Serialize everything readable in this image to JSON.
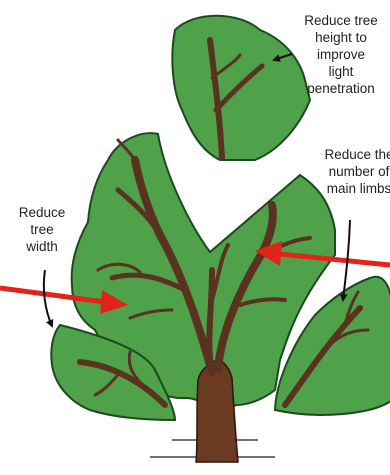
{
  "labels": {
    "top": "Reduce tree\nheight to\nimprove\nlight\npenetration",
    "right": "Reduce the\nnumber of\nmain limbs",
    "left": "Reduce\ntree\nwidth"
  },
  "colors": {
    "foliage": "#4fa24a",
    "foliage_outline": "#1b4a1e",
    "branch": "#5a3220",
    "trunk": "#6b3a22",
    "arrow_red": "#e2231a",
    "arrow_black": "#111111",
    "text": "#231f20"
  }
}
